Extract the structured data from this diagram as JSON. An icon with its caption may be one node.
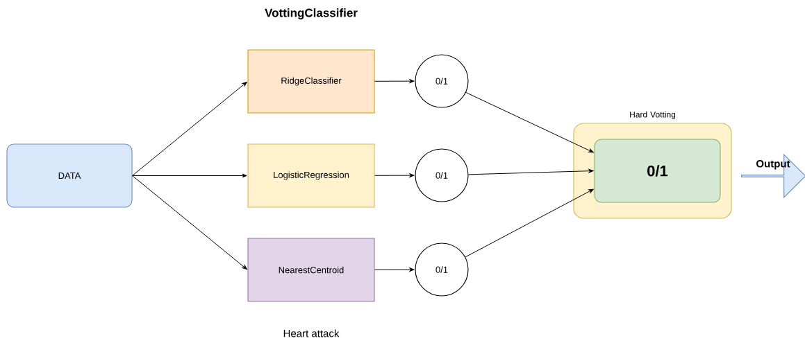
{
  "diagram": {
    "title": "VottingClassifier",
    "caption": "Heart attack",
    "nodes": [
      {
        "text": [
          "DATA"
        ]
      },
      {
        "text": [
          "RidgeClassifier"
        ]
      },
      {
        "text": [
          "LogisticRegression"
        ]
      },
      {
        "text": [
          "NearestCentroid"
        ]
      },
      {
        "text": [
          "0/1"
        ]
      },
      {
        "text": [
          "0/1"
        ]
      },
      {
        "text": [
          "0/1"
        ]
      },
      {
        "text": [
          "Hard Votting"
        ]
      },
      {
        "text": [
          "0/1"
        ],
        "in": 7
      },
      {
        "text": [
          "Output"
        ]
      }
    ],
    "edges": [
      {
        "from": 0,
        "to": 1,
        "arrow": "to"
      },
      {
        "from": 0,
        "to": 2,
        "arrow": "to"
      },
      {
        "from": 0,
        "to": 3,
        "arrow": "to"
      },
      {
        "from": 1,
        "to": 4,
        "arrow": "to"
      },
      {
        "from": 2,
        "to": 5,
        "arrow": "to"
      },
      {
        "from": 3,
        "to": 6,
        "arrow": "to"
      },
      {
        "from": 4,
        "to": 8,
        "arrow": "to"
      },
      {
        "from": 5,
        "to": 8,
        "arrow": "to"
      },
      {
        "from": 6,
        "to": 8,
        "arrow": "to"
      }
    ]
  }
}
